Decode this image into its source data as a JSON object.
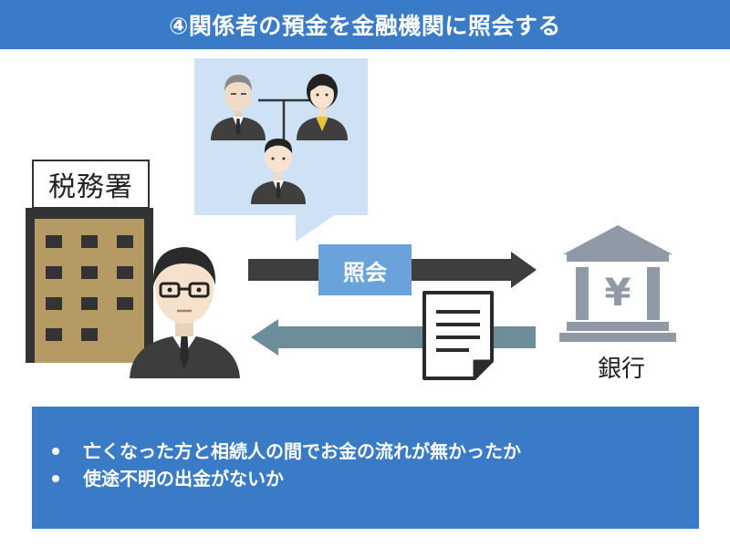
{
  "header": {
    "title": "④関係者の預金を金融機関に照会する"
  },
  "tax_office": {
    "sign": "税務署"
  },
  "flow": {
    "inquiry_label": "照会"
  },
  "bank": {
    "label": "銀行",
    "symbol": "¥"
  },
  "points": {
    "items": [
      "亡くなった方と相続人の間でお金の流れが無かったか",
      "使途不明の出金がないか"
    ]
  },
  "colors": {
    "header_bg": "#3a7bc8",
    "bubble_bg": "#cfe1f4",
    "label_bg": "#6aa3dc",
    "building_windows": "#b59a64",
    "bank_gray": "#8f9aa6",
    "return_arrow": "#6e8d9b"
  },
  "icons": {
    "people": [
      "elderly-man-icon",
      "woman-icon",
      "young-man-icon"
    ],
    "officer": "tax-officer-icon",
    "document": "document-icon",
    "bank": "bank-icon"
  }
}
